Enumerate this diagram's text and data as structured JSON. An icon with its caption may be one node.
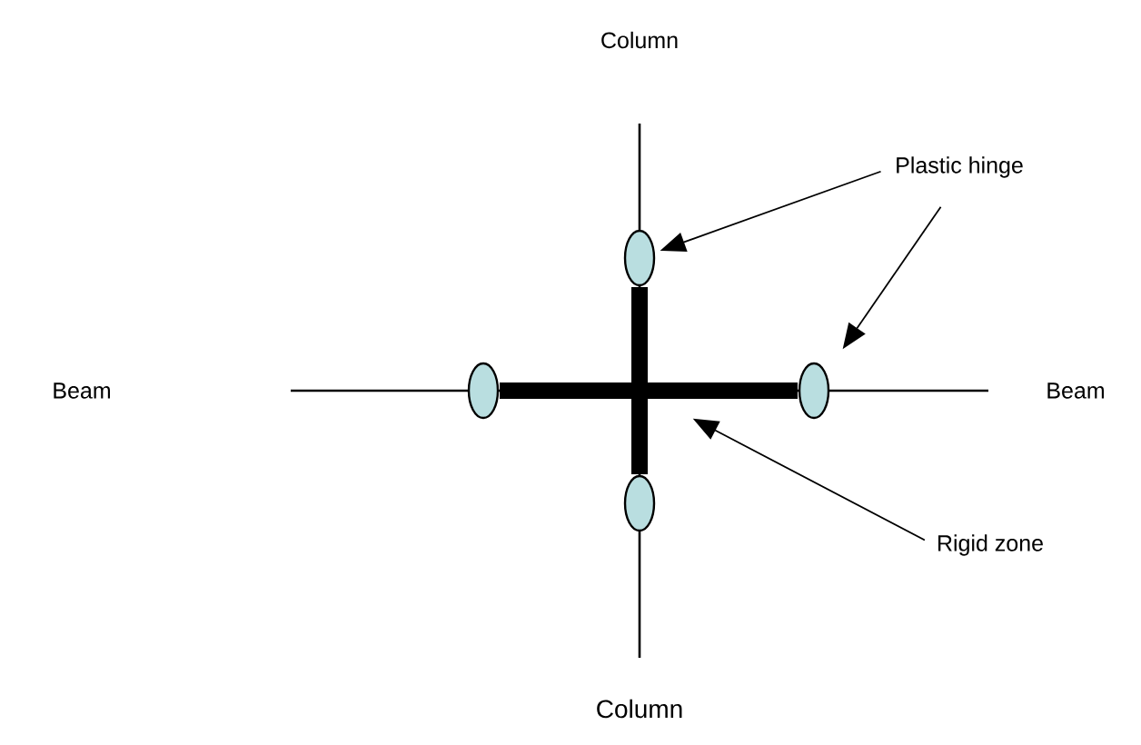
{
  "diagram": {
    "nodes": [
      {
        "text": [
          "Plastic hinge"
        ]
      },
      {
        "text": [
          "Rigid zone"
        ]
      },
      {
        "text": [],
        "shape": "circle"
      },
      {
        "text": [],
        "shape": "circle"
      },
      {
        "text": [],
        "shape": "circle"
      },
      {
        "text": [],
        "shape": "circle"
      },
      {
        "text": [],
        "shape": "cross"
      }
    ],
    "edges": [
      {
        "from": 0,
        "to": 2,
        "arrow": "to"
      },
      {
        "from": 0,
        "to": 4,
        "arrow": "to"
      },
      {
        "from": 1,
        "to": 6,
        "arrow": "to"
      }
    ],
    "labels": [
      "Column",
      "Beam",
      "Beam",
      "Column"
    ]
  }
}
